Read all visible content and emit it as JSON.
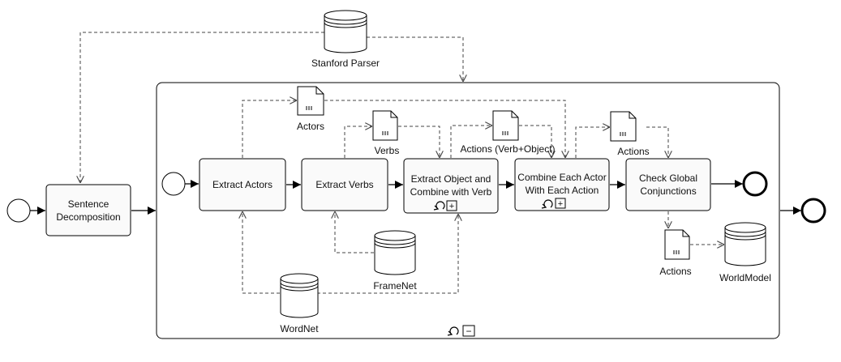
{
  "diagram": {
    "tasks": {
      "sentence_decomposition": [
        "Sentence",
        "Decomposition"
      ],
      "extract_actors": "Extract Actors",
      "extract_verbs": "Extract Verbs",
      "extract_object": [
        "Extract Object and",
        "Combine with Verb"
      ],
      "combine_actor_action": [
        "Combine Each Actor",
        "With Each Action"
      ],
      "check_global": [
        "Check Global",
        "Conjunctions"
      ]
    },
    "data_objects": {
      "actors": "Actors",
      "verbs": "Verbs",
      "actions_verb_object": "Actions (Verb+Object)",
      "actions_top": "Actions",
      "actions_bottom": "Actions"
    },
    "data_stores": {
      "stanford_parser": "Stanford Parser",
      "framenet": "FrameNet",
      "wordnet": "WordNet",
      "worldmodel": "WorldModel"
    },
    "markers": {
      "expand": "+",
      "collapse": "−"
    }
  }
}
